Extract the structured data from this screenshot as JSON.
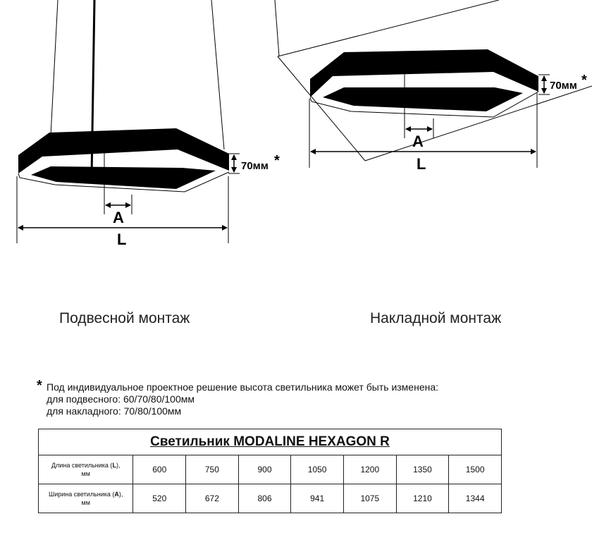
{
  "drawings": [
    {
      "id": "pendant",
      "height_label": "70мм",
      "asterisk": "*",
      "width_label": "A",
      "length_label": "L"
    },
    {
      "id": "surface",
      "height_label": "70мм",
      "asterisk": "*",
      "width_label": "A",
      "length_label": "L"
    }
  ],
  "captions": {
    "pendant": "Подвесной монтаж",
    "surface": "Накладной монтаж"
  },
  "note": {
    "asterisk": "*",
    "lines": [
      "Под индивидуальное проектное решение высота светильника может быть изменена:",
      "для подвесного: 60/70/80/100мм",
      "для накладного: 70/80/100мм"
    ]
  },
  "table": {
    "title": "Светильник  MODALINE HEXAGON R",
    "rows": [
      {
        "label": "Длина светильника (L),",
        "label_bold": "L",
        "unit": "мм",
        "values": [
          "600",
          "750",
          "900",
          "1050",
          "1200",
          "1350",
          "1500"
        ]
      },
      {
        "label": "Ширина светильника (A),",
        "label_bold": "A",
        "unit": "мм",
        "values": [
          "520",
          "672",
          "806",
          "941",
          "1075",
          "1210",
          "1344"
        ]
      }
    ]
  }
}
